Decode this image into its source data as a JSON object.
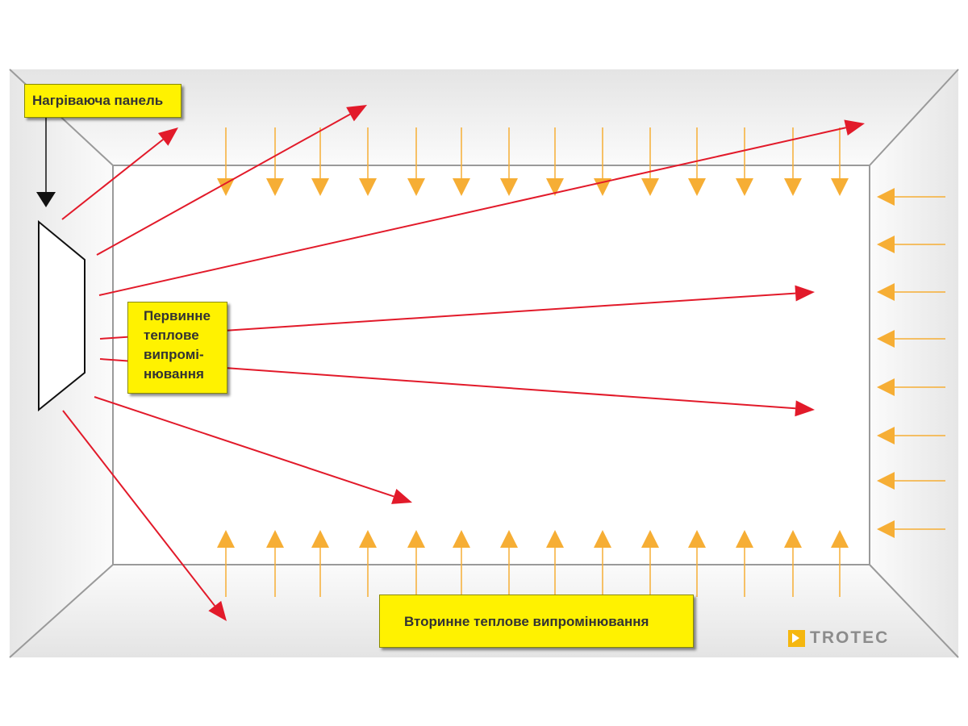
{
  "labels": {
    "heating_panel": "Нагріваюча панель",
    "primary_radiation_lines": [
      "Первинне",
      "теплове",
      "випромі-",
      "нювання"
    ],
    "secondary_radiation": "Вторинне теплове випромінювання"
  },
  "logo": {
    "text": "TROTEC",
    "accent_color": "#f5b70f"
  },
  "colors": {
    "primary_ray": "#e21a2a",
    "secondary_ray": "#f6ae35",
    "room_outline": "#9a9a9a",
    "label_fill": "#fff200"
  }
}
